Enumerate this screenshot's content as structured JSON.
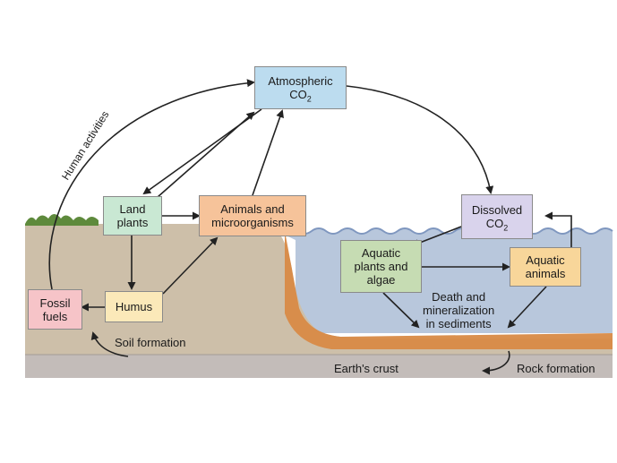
{
  "boxes": {
    "atmospheric_co2": {
      "line1": "Atmospheric",
      "line2_main": "CO",
      "line2_sub": "2",
      "color": "#bcdcef"
    },
    "dissolved_co2": {
      "line1": "Dissolved",
      "line2_main": "CO",
      "line2_sub": "2",
      "color": "#d9d3ec"
    },
    "land_plants": {
      "line1": "Land",
      "line2": "plants",
      "color": "#c9e8d3"
    },
    "animals_microorganisms": {
      "line1": "Animals and",
      "line2": "microorganisms",
      "color": "#f6c39a"
    },
    "aquatic_plants": {
      "line1": "Aquatic",
      "line2": "plants and",
      "line3": "algae",
      "color": "#c6dcb3"
    },
    "aquatic_animals": {
      "line1": "Aquatic",
      "line2": "animals",
      "color": "#f8d69a"
    },
    "humus": {
      "line1": "Humus",
      "color": "#fbe9b9"
    },
    "fossil_fuels": {
      "line1": "Fossil",
      "line2": "fuels",
      "color": "#f6c4c8"
    }
  },
  "labels": {
    "human_activities": "Human activities",
    "soil_formation": "Soil formation",
    "earths_crust": "Earth's crust",
    "rock_formation": "Rock formation",
    "death_mineralization": {
      "line1": "Death and",
      "line2": "mineralization",
      "line3": "in sediments"
    }
  },
  "colors": {
    "soil": "#cdbfa9",
    "water": "#b8c7dc",
    "sediment": "#d88a46",
    "crust": "#c3bcb9",
    "grass": "#5e8a3c",
    "arrow": "#222222"
  }
}
